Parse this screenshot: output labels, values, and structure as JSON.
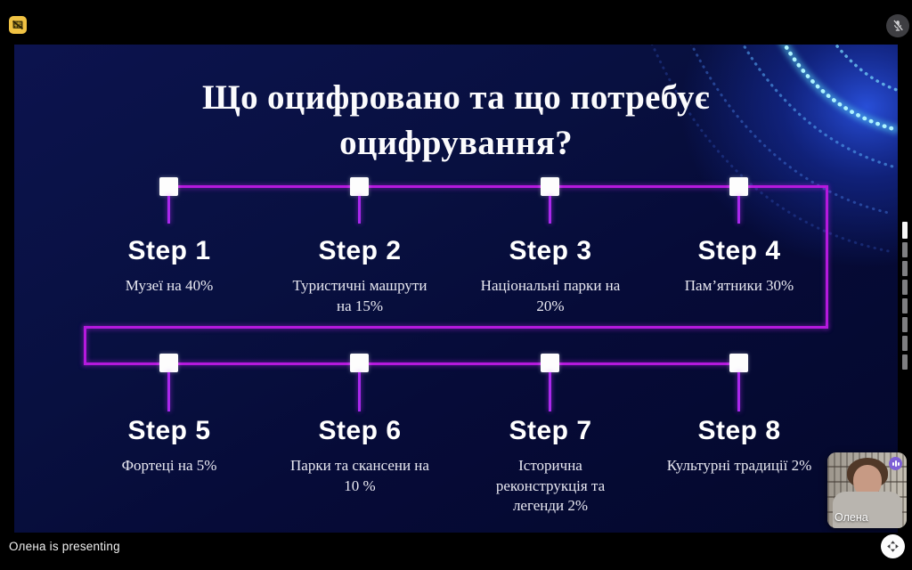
{
  "window": {
    "presenting_status": "Олена is presenting"
  },
  "slide": {
    "title": "Що оцифровано та що потребує оцифрування?",
    "steps": [
      {
        "label": "Step 1",
        "description": "Музеї на 40%"
      },
      {
        "label": "Step 2",
        "description": "Туристичні машрути\nна 15%"
      },
      {
        "label": "Step 3",
        "description": "Національні парки на\n20%"
      },
      {
        "label": "Step 4",
        "description": "Пам’ятники 30%"
      },
      {
        "label": "Step 5",
        "description": "Фортеці на 5%"
      },
      {
        "label": "Step 6",
        "description": "Парки та скансени на\n10 %"
      },
      {
        "label": "Step 7",
        "description": "Історична\nреконструкція та\nлегенди  2%"
      },
      {
        "label": "Step 8",
        "description": "Культурні традиції 2%"
      }
    ]
  },
  "participant": {
    "name": "Олена"
  },
  "right_strip": {
    "segments": 8,
    "active_index": 0
  },
  "icons": {
    "top_left": "screen-share-badge-icon",
    "top_right": "microphone-muted-icon",
    "webcam_corner": "audio-indicator-icon",
    "bottom_right": "fullscreen-toggle-icon"
  },
  "colors": {
    "slide_background": "#070d3d",
    "timeline_line": "#b519dd",
    "arc_glow": "#7fe9ff",
    "share_badge": "#f0c243",
    "audio_badge": "#7e5fd6",
    "node": "#fdfdfd"
  }
}
